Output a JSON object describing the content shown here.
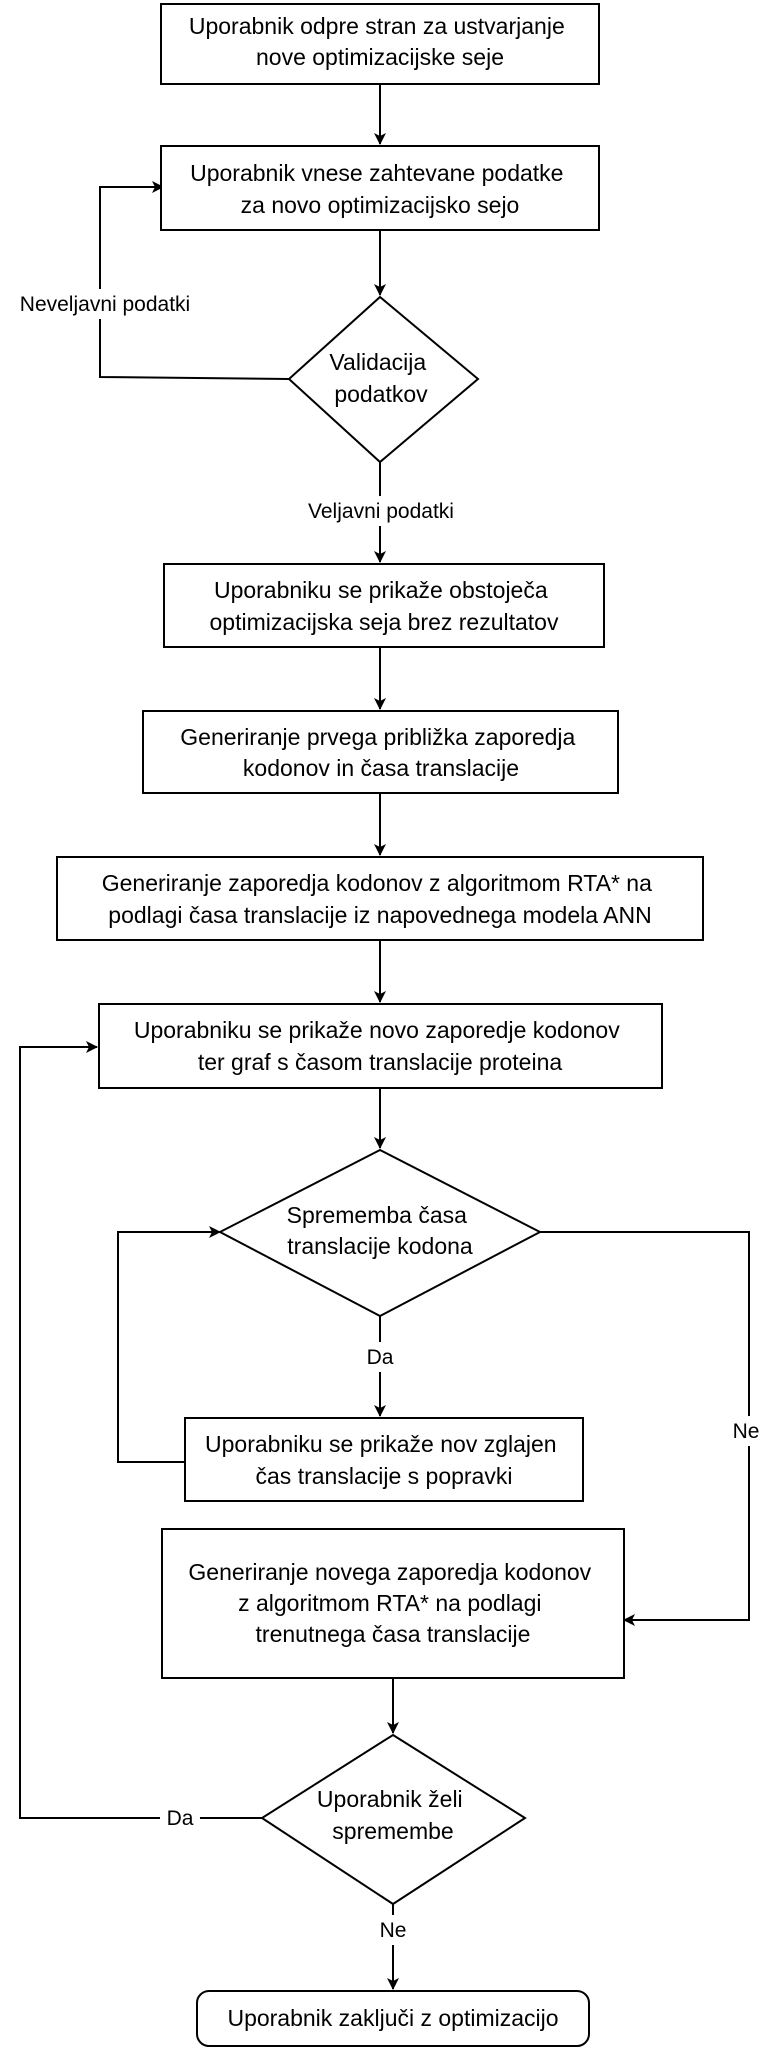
{
  "nodes": [
    {
      "id": "open-page",
      "lines": [
        "Uporabnik odpre stran za ustvarjanje",
        "nove optimizacijske seje"
      ]
    },
    {
      "id": "enter-data",
      "lines": [
        "Uporabnik vnese zahtevane podatke",
        "za novo optimizacijsko sejo"
      ]
    },
    {
      "id": "validate",
      "lines": [
        "Validacija",
        "podatkov"
      ]
    },
    {
      "id": "show-session",
      "lines": [
        "Uporabniku se prikaže obstoječa",
        "optimizacijska seja brez rezultatov"
      ]
    },
    {
      "id": "gen-first",
      "lines": [
        "Generiranje prvega približka zaporedja",
        "kodonov in časa translacije"
      ]
    },
    {
      "id": "gen-rta",
      "lines": [
        "Generiranje zaporedja kodonov z algoritmom RTA* na",
        "podlagi časa translacije iz napovednega modela ANN"
      ]
    },
    {
      "id": "show-new",
      "lines": [
        "Uporabniku se prikaže novo zaporedje kodonov",
        "ter graf s časom translacije proteina"
      ]
    },
    {
      "id": "change-time",
      "lines": [
        "Sprememba časa",
        "translacije kodona"
      ]
    },
    {
      "id": "show-smoothed",
      "lines": [
        "Uporabniku se prikaže nov zglajen",
        "čas translacije s popravki"
      ]
    },
    {
      "id": "gen-new",
      "lines": [
        "Generiranje novega zaporedja kodonov",
        "z algoritmom RTA* na podlagi",
        "trenutnega časa translacije"
      ]
    },
    {
      "id": "wants-changes",
      "lines": [
        "Uporabnik želi",
        "spremembe"
      ]
    },
    {
      "id": "finish",
      "lines": [
        "Uporabnik zaključi z optimizacijo"
      ]
    }
  ],
  "edge_labels": {
    "invalid": "Neveljavni podatki",
    "valid": "Veljavni podatki",
    "change_yes": "Da",
    "change_no": "Ne",
    "wants_yes": "Da",
    "wants_no": "Ne"
  }
}
